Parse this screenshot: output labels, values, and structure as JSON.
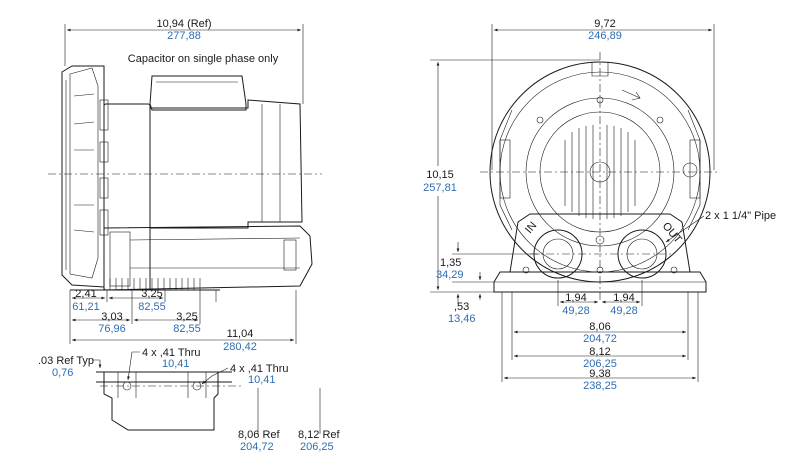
{
  "side_view": {
    "overall_width": {
      "imperial": "10,94 (Ref)",
      "metric": "277,88"
    },
    "capacitor_note": "Capacitor on single phase only",
    "foot_a": {
      "imperial": "2,41",
      "metric": "61,21"
    },
    "foot_b": {
      "imperial": "3,25",
      "metric": "82,55"
    },
    "foot_c": {
      "imperial": "3,03",
      "metric": "76,96"
    },
    "foot_d": {
      "imperial": "3,25",
      "metric": "82,55"
    },
    "overall_length": {
      "imperial": "11,04",
      "metric": "280,42"
    }
  },
  "base_detail": {
    "flange_thickness": {
      "imperial": ".03 Ref Typ",
      "metric": "0,76"
    },
    "hole_left": {
      "imperial": "4 x ,41 Thru",
      "metric": "10,41"
    },
    "hole_right": {
      "imperial": "4 x ,41 Thru",
      "metric": "10,41"
    },
    "span_inner": {
      "imperial": "8,06 Ref",
      "metric": "204,72"
    },
    "span_outer": {
      "imperial": "8,12 Ref",
      "metric": "206,25"
    }
  },
  "front_view": {
    "overall_width": {
      "imperial": "9,72",
      "metric": "246,89"
    },
    "overall_height": {
      "imperial": "10,15",
      "metric": "257,81"
    },
    "pipe_note": "2 x 1 1/4\" Pipe",
    "port_height": {
      "imperial": "1,35",
      "metric": "34,29"
    },
    "base_height": {
      "imperial": ",53",
      "metric": "13,46"
    },
    "port_left": {
      "imperial": "1,94",
      "metric": "49,28"
    },
    "port_right": {
      "imperial": "1,94",
      "metric": "49,28"
    },
    "span_a": {
      "imperial": "8,06",
      "metric": "204,72"
    },
    "span_b": {
      "imperial": "8,12",
      "metric": "206,25"
    },
    "span_c": {
      "imperial": "9,38",
      "metric": "238,25"
    },
    "port_in_label": "IN",
    "port_out_label": "OUT"
  },
  "colors": {
    "line": "#1a1a1a",
    "metric_text": "#2e6db4"
  }
}
